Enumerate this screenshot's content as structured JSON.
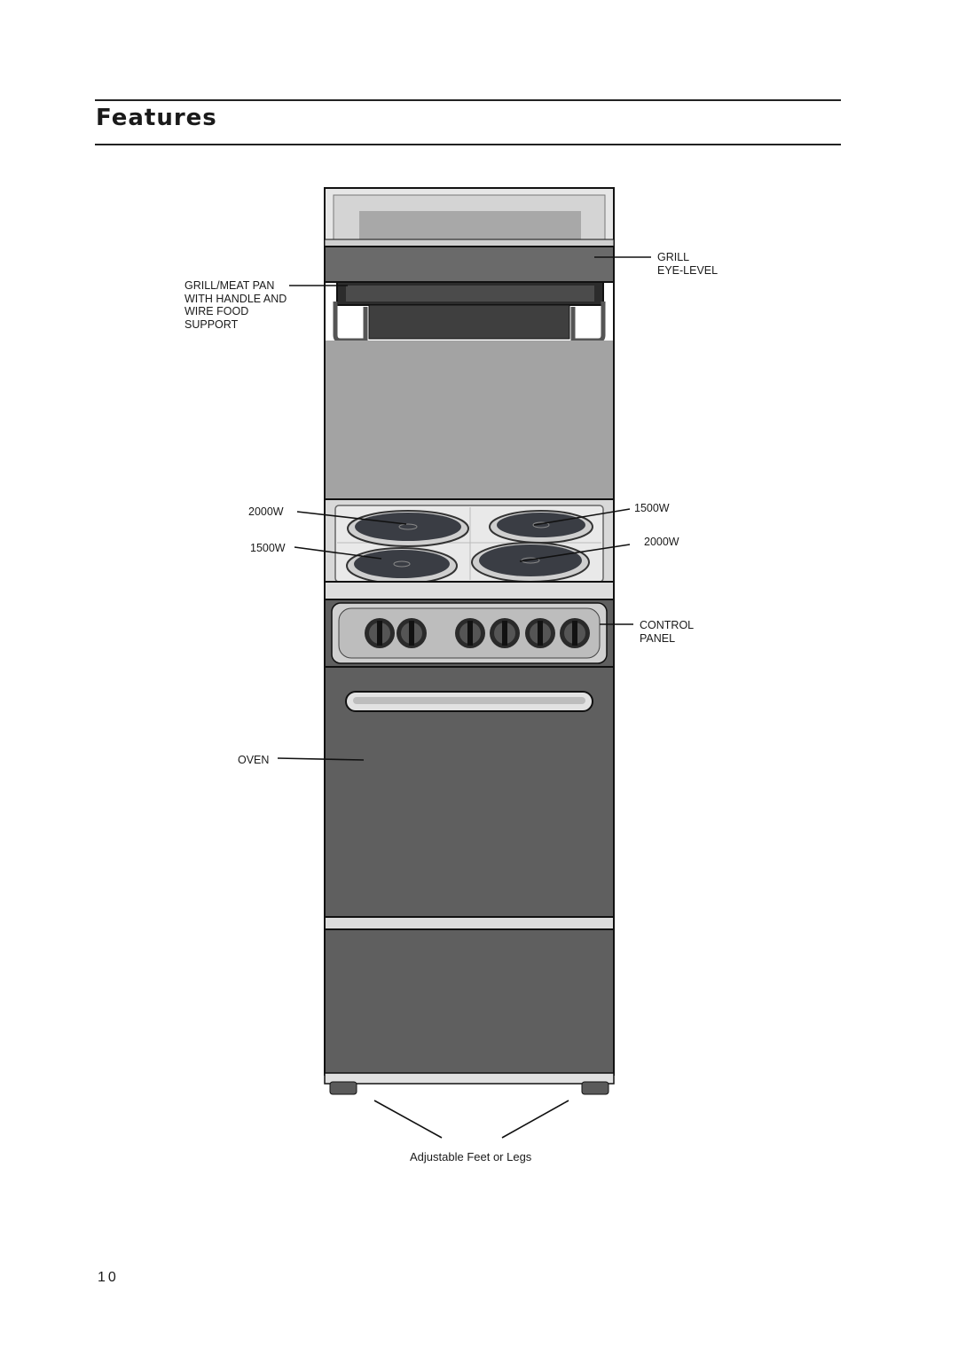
{
  "page": {
    "title": "Features",
    "page_number": "10"
  },
  "labels": {
    "grill_meat_pan": [
      "GRILL/MEAT PAN",
      "WITH HANDLE AND",
      "WIRE FOOD",
      "SUPPORT"
    ],
    "grill_eye_level": [
      "GRILL",
      "EYE-LEVEL"
    ],
    "hob_left_back": "2000W",
    "hob_left_front": "1500W",
    "hob_right_back": "1500W",
    "hob_right_front": "2000W",
    "control_panel": [
      "CONTROL",
      "PANEL"
    ],
    "oven": "OVEN",
    "feet": "Adjustable Feet or Legs"
  },
  "colors": {
    "cooker_body": "#5f5f5f",
    "hob_plate": "#3a3d44",
    "outline": "#111111"
  }
}
